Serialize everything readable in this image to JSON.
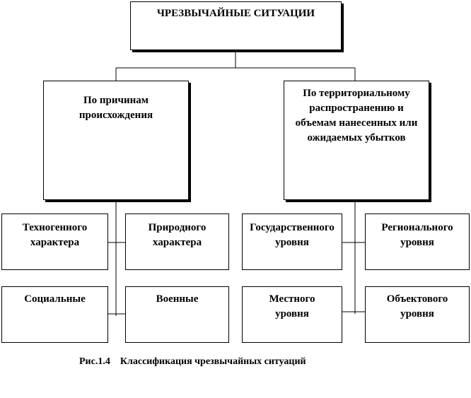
{
  "root": {
    "label": "ЧРЕЗВЫЧАЙНЫЕ СИТУАЦИИ"
  },
  "branches": {
    "left": {
      "label": "По причинам происхождения"
    },
    "right": {
      "label": "По территориальному распространению и объемам нанесенных или ожидаемых убытков"
    }
  },
  "leaves": {
    "technogenic": "Техногенного характера",
    "natural": "Природного характера",
    "state": "Государственного уровня",
    "regional": "Регионального уровня",
    "social": "Социальные",
    "military": "Военные",
    "local": "Местного уровня",
    "object": "Объектового уровня"
  },
  "caption": {
    "number": "Рис.1.4",
    "text": "Классификация чрезвычайных ситуаций"
  }
}
